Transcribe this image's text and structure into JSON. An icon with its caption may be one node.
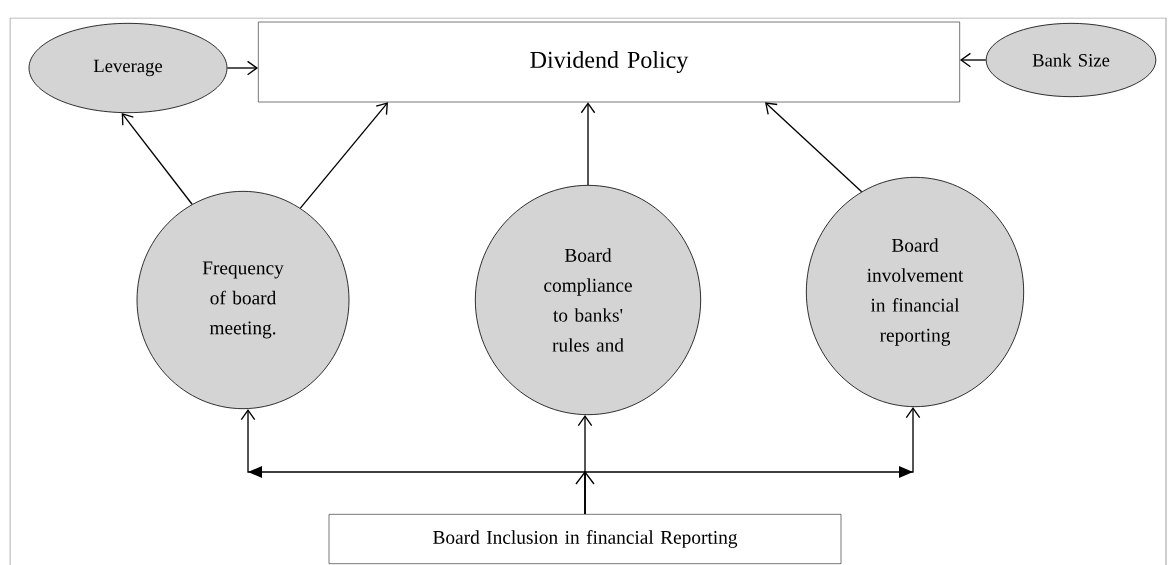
{
  "diagram": {
    "nodes": [
      {
        "text": [
          "Dividend Policy"
        ]
      },
      {
        "text": [
          "Leverage"
        ]
      },
      {
        "text": [
          "Bank Size"
        ]
      },
      {
        "text": [
          "Frequency of board meeting."
        ]
      },
      {
        "text": [
          "Board compliance to banks' rules and"
        ]
      },
      {
        "text": [
          "Board involvement in financial reporting"
        ]
      },
      {
        "text": [
          "Board Inclusion in financial Reporting"
        ]
      }
    ],
    "edges": [
      {
        "from": 1,
        "to": 0,
        "arrow": "to"
      },
      {
        "from": 2,
        "to": 0,
        "arrow": "to"
      },
      {
        "from": 3,
        "to": 1,
        "arrow": "to"
      },
      {
        "from": 3,
        "to": 0,
        "arrow": "to"
      },
      {
        "from": 4,
        "to": 0,
        "arrow": "to"
      },
      {
        "from": 5,
        "to": 0,
        "arrow": "to"
      },
      {
        "from": 6,
        "to": 3,
        "arrow": "to"
      },
      {
        "from": 6,
        "to": 4,
        "arrow": "to"
      },
      {
        "from": 6,
        "to": 5,
        "arrow": "to"
      }
    ]
  }
}
